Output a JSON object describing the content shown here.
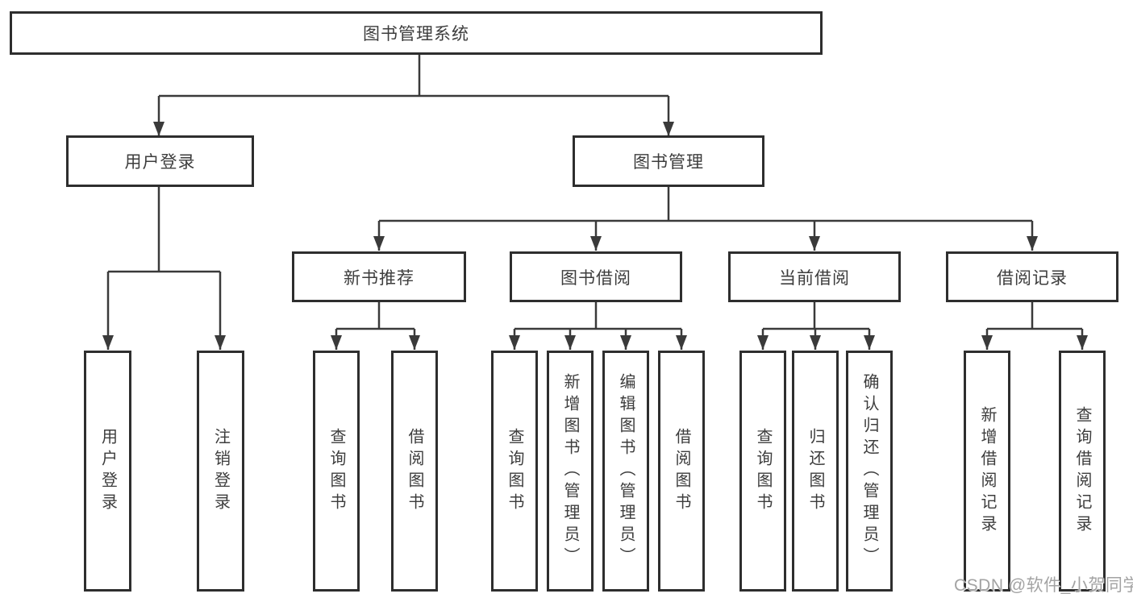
{
  "colors": {
    "line": "#3a3a3a",
    "box_border": "#2e2e2e",
    "text": "#3d3d3d",
    "watermark": "#a3a3a3",
    "background": "#ffffff"
  },
  "tree": {
    "root": {
      "label": "图书管理系统"
    },
    "children": [
      {
        "label": "用户登录",
        "children": [
          {
            "label": "用户登录"
          },
          {
            "label": "注销登录"
          }
        ]
      },
      {
        "label": "图书管理",
        "children": [
          {
            "label": "新书推荐",
            "children": [
              {
                "label": "查询图书"
              },
              {
                "label": "借阅图书"
              }
            ]
          },
          {
            "label": "图书借阅",
            "children": [
              {
                "label": "查询图书"
              },
              {
                "label": "新增图书（管理员）"
              },
              {
                "label": "编辑图书（管理员）"
              },
              {
                "label": "借阅图书"
              }
            ]
          },
          {
            "label": "当前借阅",
            "children": [
              {
                "label": "查询图书"
              },
              {
                "label": "归还图书"
              },
              {
                "label": "确认归还（管理员）"
              }
            ]
          },
          {
            "label": "借阅记录",
            "children": [
              {
                "label": "新增借阅记录"
              },
              {
                "label": "查询借阅记录"
              }
            ]
          }
        ]
      }
    ]
  },
  "watermark": {
    "text": "CSDN @软件_小贺同学"
  }
}
